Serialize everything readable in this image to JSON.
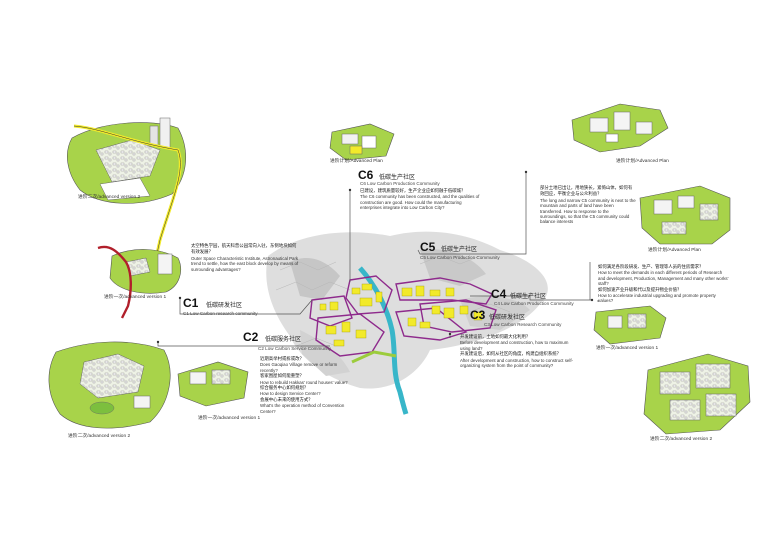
{
  "communities": {
    "c1": {
      "code": "C1",
      "zh": "低碳研发社区",
      "en": "C1 Low Carbon research community"
    },
    "c2": {
      "code": "C2",
      "zh": "低碳服务社区",
      "en": "C2 Low Carbon Service Community"
    },
    "c3": {
      "code": "C3",
      "zh": "低碳研发社区",
      "en": "C3 Low Carbon Research Community"
    },
    "c4": {
      "code": "C4",
      "zh": "低碳生产社区",
      "en": "C4 Low Carbon Production Community"
    },
    "c5": {
      "code": "C5",
      "zh": "低碳生产社区",
      "en": "C5 Low Carbon Production Community"
    },
    "c6": {
      "code": "C6",
      "zh": "低碳生产社区",
      "en": "C6 Low Carbon Production Community"
    }
  },
  "notes": {
    "c1": {
      "zh": "太空特色学园，航天科普公园常向入驻，东侧地块如何有效发展？",
      "en": "Outer Space Characteristic Institute, Astronautical Park trend to settle, how the east block develop by means of surrounding advantages?"
    },
    "c2": {
      "zh1": "近期高举村或拆或改？",
      "en1": "Does Gaoqiao Village remove or reform recently?",
      "zh2": "客家围屋如何能重塑？",
      "en2": "How to rebuild Hakkas' round houses' value?",
      "zh3": "综合服务中心如何规划？",
      "en3": "How to design Service Center?",
      "zh4": "会展中心未来的使用方式？",
      "en4": "What's the operation method of Convention Center?"
    },
    "c3": {
      "zh1": "开发建设前，土地如何最大化利用？",
      "en1": "Before development and construction, how to maximum using land?",
      "zh2": "开发建设后，如何从社区的角度，构建自组织系统？",
      "en2": "After development and construction, how to construct self-organizing system from the point of community?"
    },
    "c4": {
      "zh1": "如何满足各阶段研发、生产、管理等人员的住房需求？",
      "en1": "How to meet the demands in each different periods of Research and development, Production, Management and many other works' staff?",
      "zh2": "如何加速产业升级和代以及提升物业价值？",
      "en2": "How to accelerate industrial upgrading and promote property values?"
    },
    "c5": {
      "zh": "部分土地已出让，用地狭长，紧倚山体，如何有效回应，平衡企业与公众利益？",
      "en": "The long and narrow C5 community is next to the mountain and parts of land have been transferred. How to response to the surroundings, so that the C5 community could balance interests"
    },
    "c6": {
      "zh": "已建设，建筑质量较好，生产企业应如何融于低碳城？",
      "en": "The C6 community has been constructed, and the qualities of construction are good. How could the manufacturing enterprises integrate into Low Carbon City?"
    }
  },
  "captions": {
    "v2_top_left": "进阶二次/advanced version 2",
    "v1_left": "进阶一次/advanced version 1",
    "adv_plan_c6": "进阶计划/Advanced Plan",
    "adv_plan_right": "进阶计划/Advanced Plan",
    "adv_plan_c5": "进阶计划/Advanced Plan",
    "v2_bottom_left": "进阶二次/advanced version 2",
    "v1_bottom_center": "进阶一次/advanced version 1",
    "v1_right": "进阶一次/advanced version 1",
    "v2_right": "进阶二次/advanced version 2"
  },
  "colors": {
    "green": "#9ccc3c",
    "yellow": "#f2ea2a",
    "purple": "#8e2a8c",
    "red": "#b11f2b",
    "river": "#38b6c9",
    "line": "#555555"
  }
}
